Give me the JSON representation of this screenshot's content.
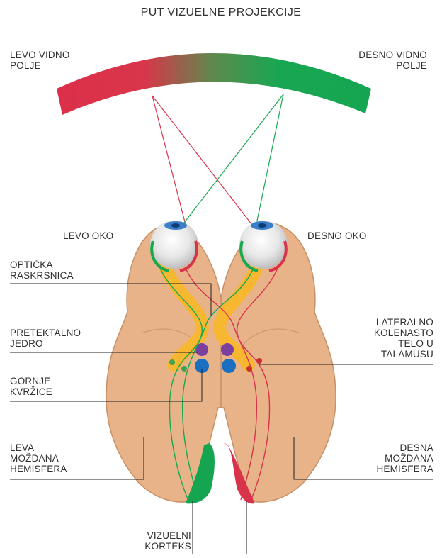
{
  "title": "PUT VIZUELNE PROJEKCIJE",
  "labels": {
    "left_field": [
      "LEVO VIDNO",
      "POLJE"
    ],
    "right_field": [
      "DESNO VIDNO",
      "POLJE"
    ],
    "left_eye": "LEVO OKO",
    "right_eye": "DESNO OKO",
    "optic_chiasm": [
      "OPTIČKA",
      "RASKRSNICA"
    ],
    "pretectal_nucleus": [
      "PRETEKTALNO",
      "JEDRO"
    ],
    "superior_colliculi": [
      "GORNJE",
      "KVRŽICE"
    ],
    "lgn": [
      "LATERALNO",
      "KOLENASTO",
      "TELO U",
      "TALAMUSU"
    ],
    "left_hemisphere": [
      "LEVA",
      "MOŽDANA",
      "HEMISFERA"
    ],
    "right_hemisphere": [
      "DESNA",
      "MOŽDANA",
      "HEMISFERA"
    ],
    "visual_cortex": [
      "VIZUELNI",
      "KORTEKS"
    ]
  },
  "colors": {
    "left_field_red": "#d9324b",
    "right_field_green": "#18a84f",
    "brain_tan": "#e8b388",
    "brain_outline": "#c89066",
    "optic_yellow": "#f7b731",
    "pretectal_purple": "#7b3fa0",
    "colliculi_blue": "#1b6fc0",
    "eye_iris": "#3a7ec9"
  }
}
